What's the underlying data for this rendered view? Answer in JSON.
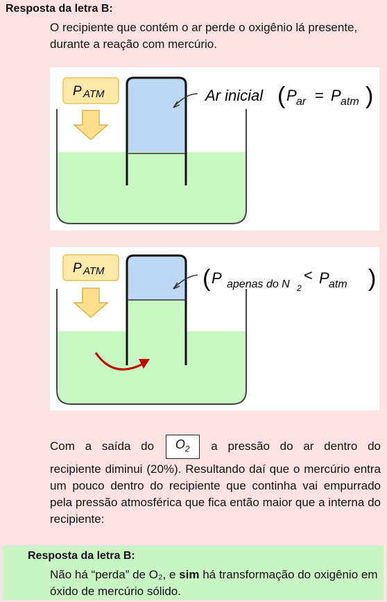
{
  "top": {
    "title": "Resposta da letra B:",
    "text": "O recipiente que contém o ar perde o oxigênio lá presente, durante a reação com mercúrio."
  },
  "diagram1": {
    "pressure_label_main": "P",
    "pressure_label_sub": "ATM",
    "annotation_main": "Ar inicial",
    "annotation_p1": "P",
    "annotation_p1_sub": "ar",
    "annotation_eq": "=",
    "annotation_p2": "P",
    "annotation_p2_sub": "atm",
    "colors": {
      "water": "#c9f7c3",
      "air": "#bcd8f3",
      "label_box": "#ffe9a8",
      "arrow": "#ffe08a"
    }
  },
  "diagram2": {
    "pressure_label_main": "P",
    "pressure_label_sub": "ATM",
    "annotation_p": "P",
    "annotation_p_sub": "apenas do N",
    "annotation_n_sub": "2",
    "annotation_lt": "<",
    "annotation_p2": "P",
    "annotation_p2_sub": "atm",
    "colors": {
      "flow_arrow": "#c00000"
    }
  },
  "para": {
    "part1_before": "Com a saída do",
    "o2_main": "O",
    "o2_sub": "2",
    "part1_after": "a pressão do ar dentro do",
    "part2": "recipiente diminui (20%). Resultando daí que o mercúrio entra um pouco dentro do recipiente que continha vai empurrado pela pressão atmosférica que fica então maior que a interna do recipiente:"
  },
  "bottom": {
    "title": "Resposta da letra B:",
    "text_before": "Não há “perda” de O₂, e",
    "text_bold": "sim",
    "text_after": "há transformação do oxigênio em óxido de mercúrio sólido."
  }
}
